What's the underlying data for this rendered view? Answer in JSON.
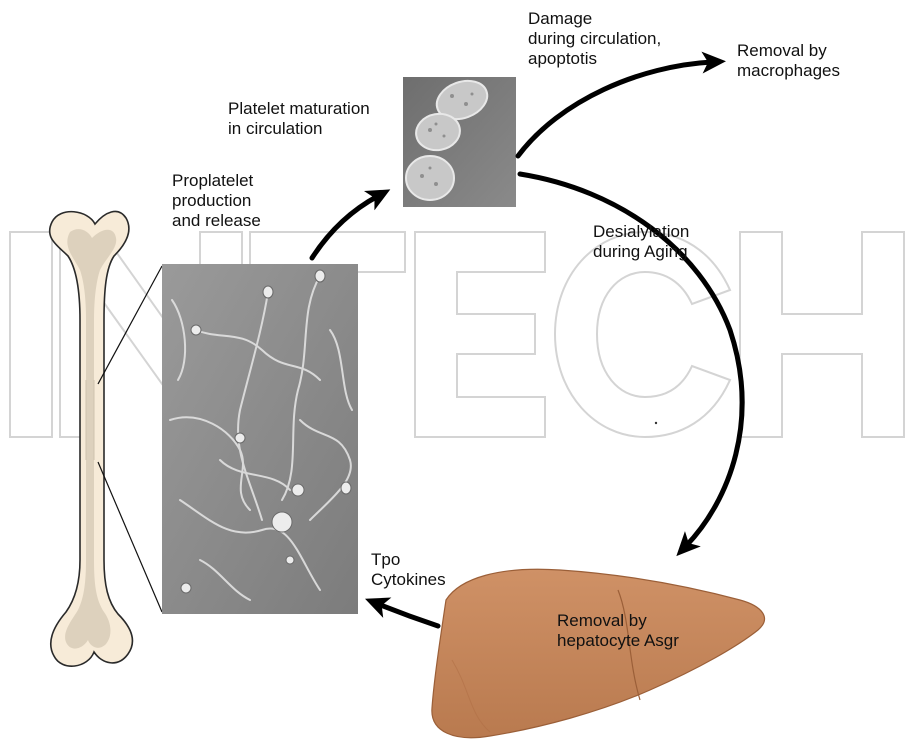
{
  "labels": {
    "damage": [
      "Damage",
      "during circulation,",
      "apoptotis"
    ],
    "removal_macrophages": [
      "Removal by",
      "macrophages"
    ],
    "platelet_maturation": [
      "Platelet maturation",
      "in circulation"
    ],
    "proplatelet": [
      "Proplatelet",
      "production",
      "and release"
    ],
    "desialylation": [
      "Desialylation",
      "during Aging"
    ],
    "tpo": [
      "Tpo",
      "Cytokines"
    ],
    "removal_hepatocyte": [
      "Removal by",
      "hepatocyte Asgr"
    ]
  },
  "colors": {
    "bone_outer": "#f6ead7",
    "bone_inner": "#ddd1bd",
    "liver": "#c98a5e",
    "liver_shadow": "#a8683f",
    "micrograph_bg": "#8e8e8e",
    "watermark": "#d9d9d9",
    "arrow": "#000000"
  },
  "icons": {
    "bone": "femur-bone-illustration",
    "liver": "liver-illustration",
    "micrograph_platelets": "platelet-micrograph",
    "micrograph_proplatelets": "proplatelet-micrograph"
  }
}
